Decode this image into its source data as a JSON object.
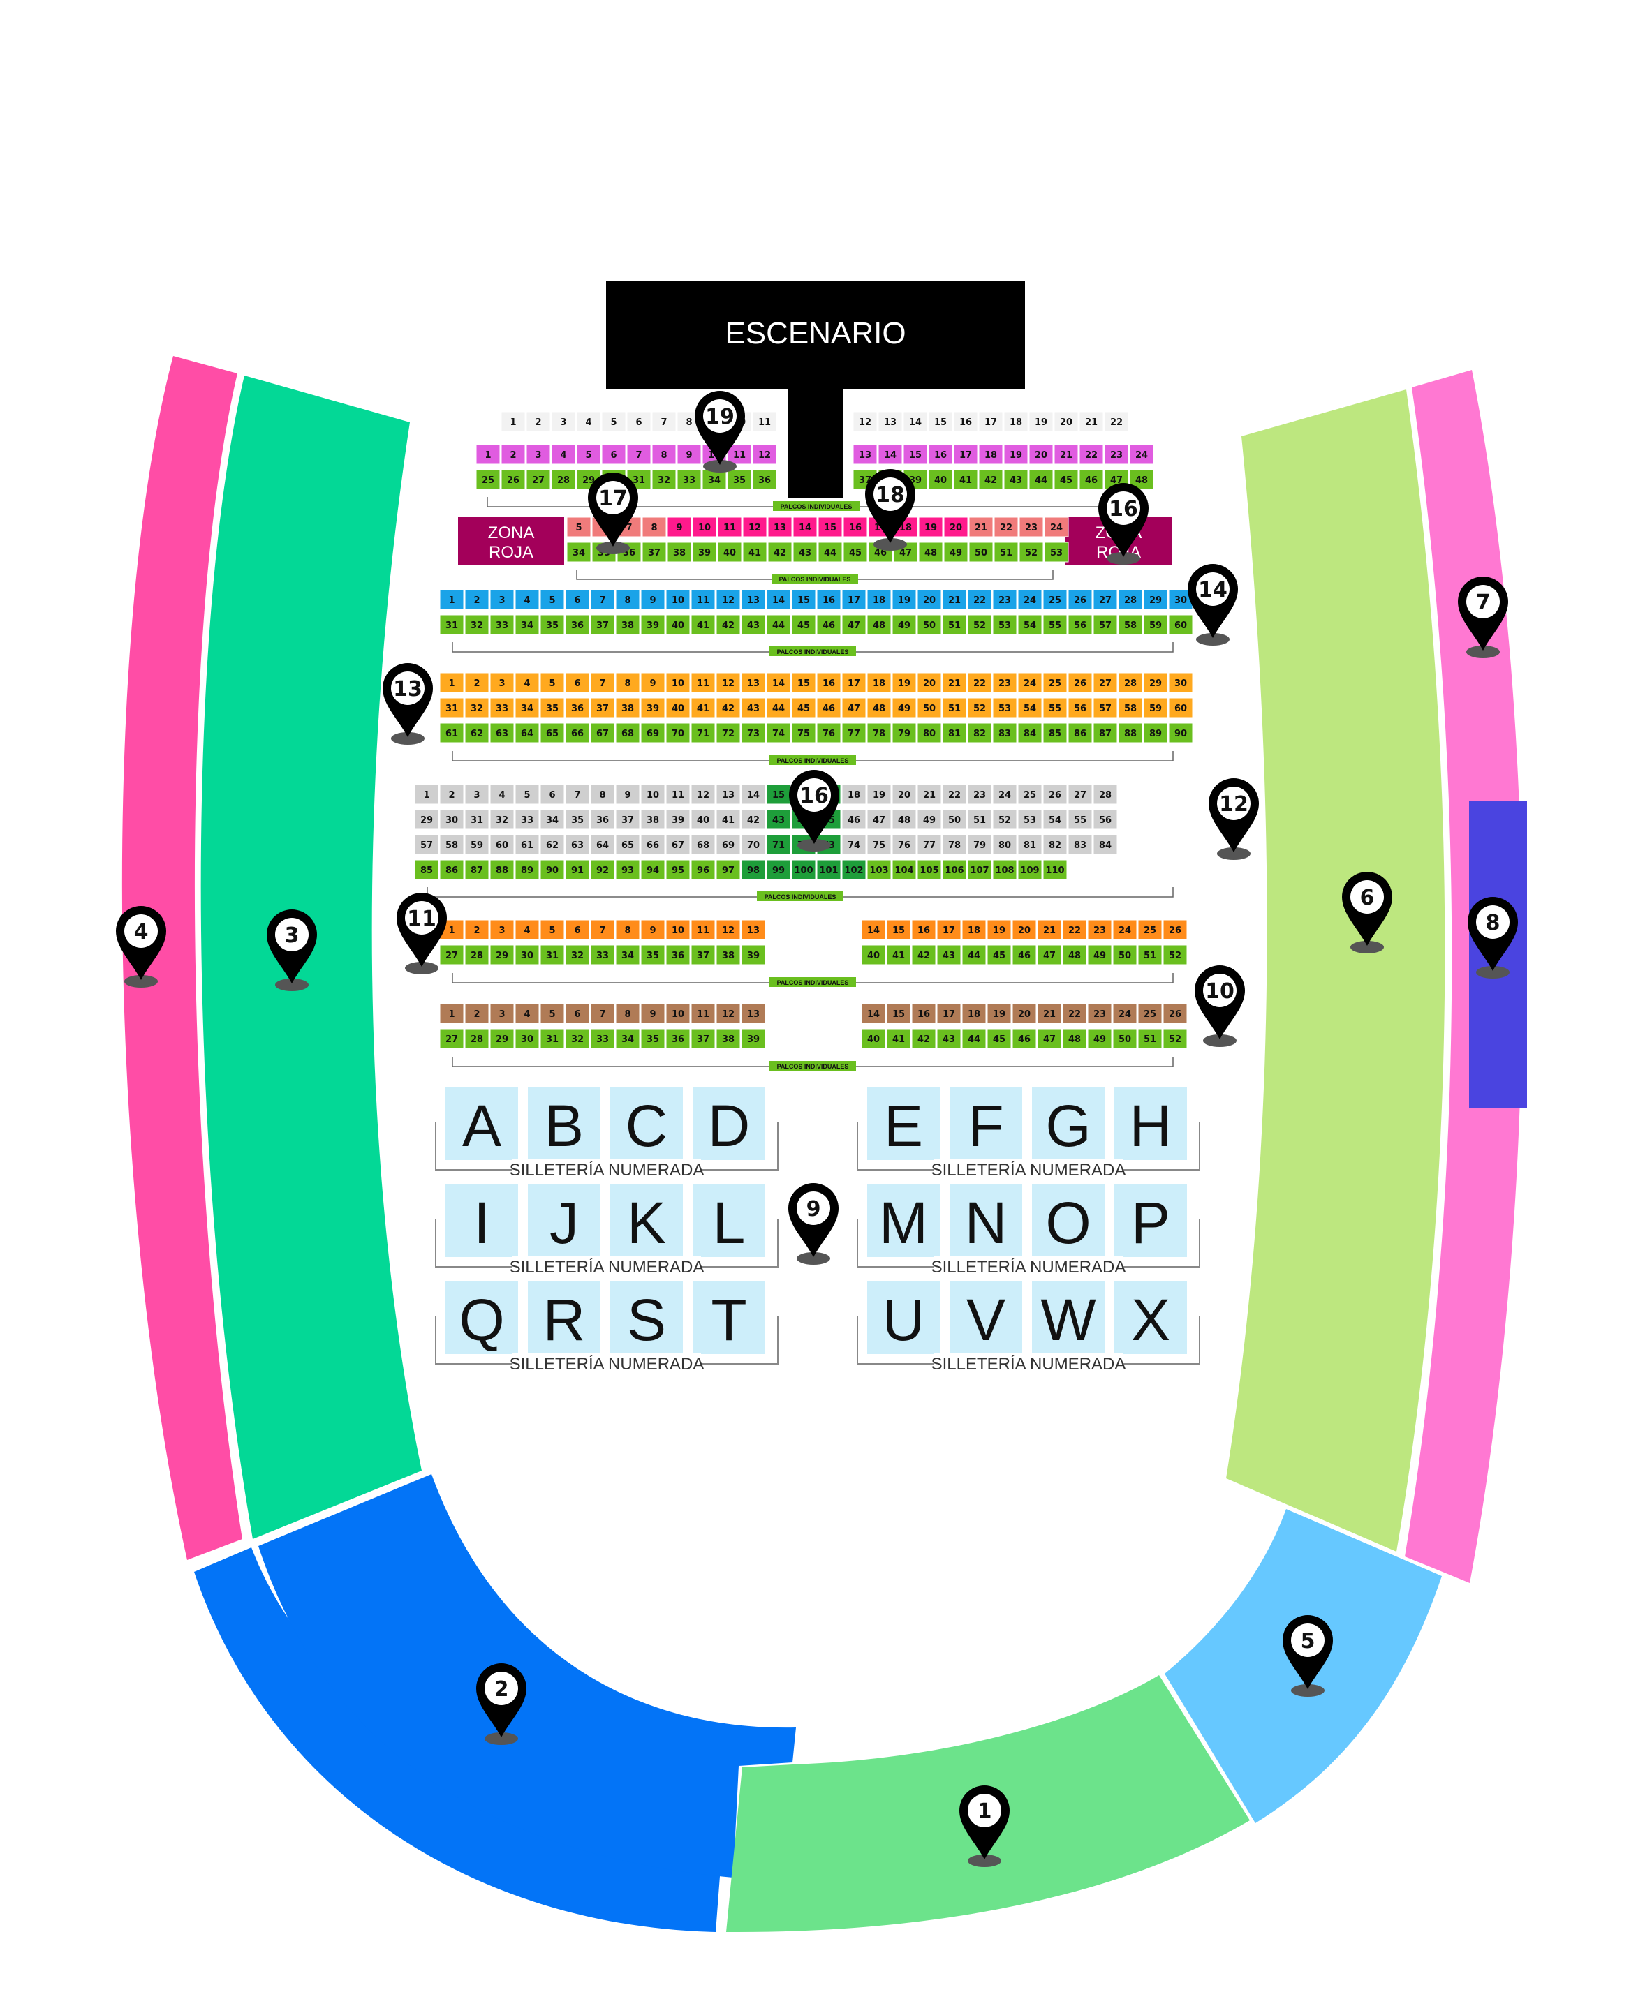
{
  "stage": {
    "label": "ESCENARIO"
  },
  "zona_roja": {
    "label_line1": "ZONA",
    "label_line2": "ROJA"
  },
  "palcos_label": "PALCOS INDIVIDUALES",
  "silleteria_label": "SILLETERÍA NUMERADA",
  "colors": {
    "zone1": "#6ce38b",
    "zone2": "#0374f7",
    "zone3": "#03d896",
    "zone4": "#ff4da6",
    "zone5": "#66c8ff",
    "zone6": "#bde77f",
    "zone7": "#ff78d2",
    "zone8": "#4a44e0",
    "white_row": "#f2f2f2",
    "magenta_row": "#e05ce0",
    "green_row": "#6abf1f",
    "salmon": "#f07b7b",
    "hot_pink": "#ff1a8c",
    "zona_roja": "#a3005a",
    "blue_row": "#1aa3e8",
    "orange": "#ffa91f",
    "grey": "#cfcfcf",
    "dark_green": "#1e9e3a",
    "orange2": "#ff8c1a",
    "brown": "#b07b56",
    "light_blue": "#cdeefa"
  },
  "markers": [
    {
      "id": "m1",
      "label": "1"
    },
    {
      "id": "m2",
      "label": "2"
    },
    {
      "id": "m3",
      "label": "3"
    },
    {
      "id": "m4",
      "label": "4"
    },
    {
      "id": "m5",
      "label": "5"
    },
    {
      "id": "m6",
      "label": "6"
    },
    {
      "id": "m7",
      "label": "7"
    },
    {
      "id": "m8",
      "label": "8"
    },
    {
      "id": "m9",
      "label": "9"
    },
    {
      "id": "m10",
      "label": "10"
    },
    {
      "id": "m11",
      "label": "11"
    },
    {
      "id": "m12",
      "label": "12"
    },
    {
      "id": "m13",
      "label": "13"
    },
    {
      "id": "m14",
      "label": "14"
    },
    {
      "id": "m16a",
      "label": "16"
    },
    {
      "id": "m16b",
      "label": "16"
    },
    {
      "id": "m17",
      "label": "17"
    },
    {
      "id": "m18",
      "label": "18"
    },
    {
      "id": "m19",
      "label": "19"
    }
  ],
  "blocks_left": [
    [
      "A",
      "B",
      "C",
      "D"
    ],
    [
      "I",
      "J",
      "K",
      "L"
    ],
    [
      "Q",
      "R",
      "S",
      "T"
    ]
  ],
  "blocks_right": [
    [
      "E",
      "F",
      "G",
      "H"
    ],
    [
      "M",
      "N",
      "O",
      "P"
    ],
    [
      "U",
      "V",
      "W",
      "X"
    ]
  ]
}
